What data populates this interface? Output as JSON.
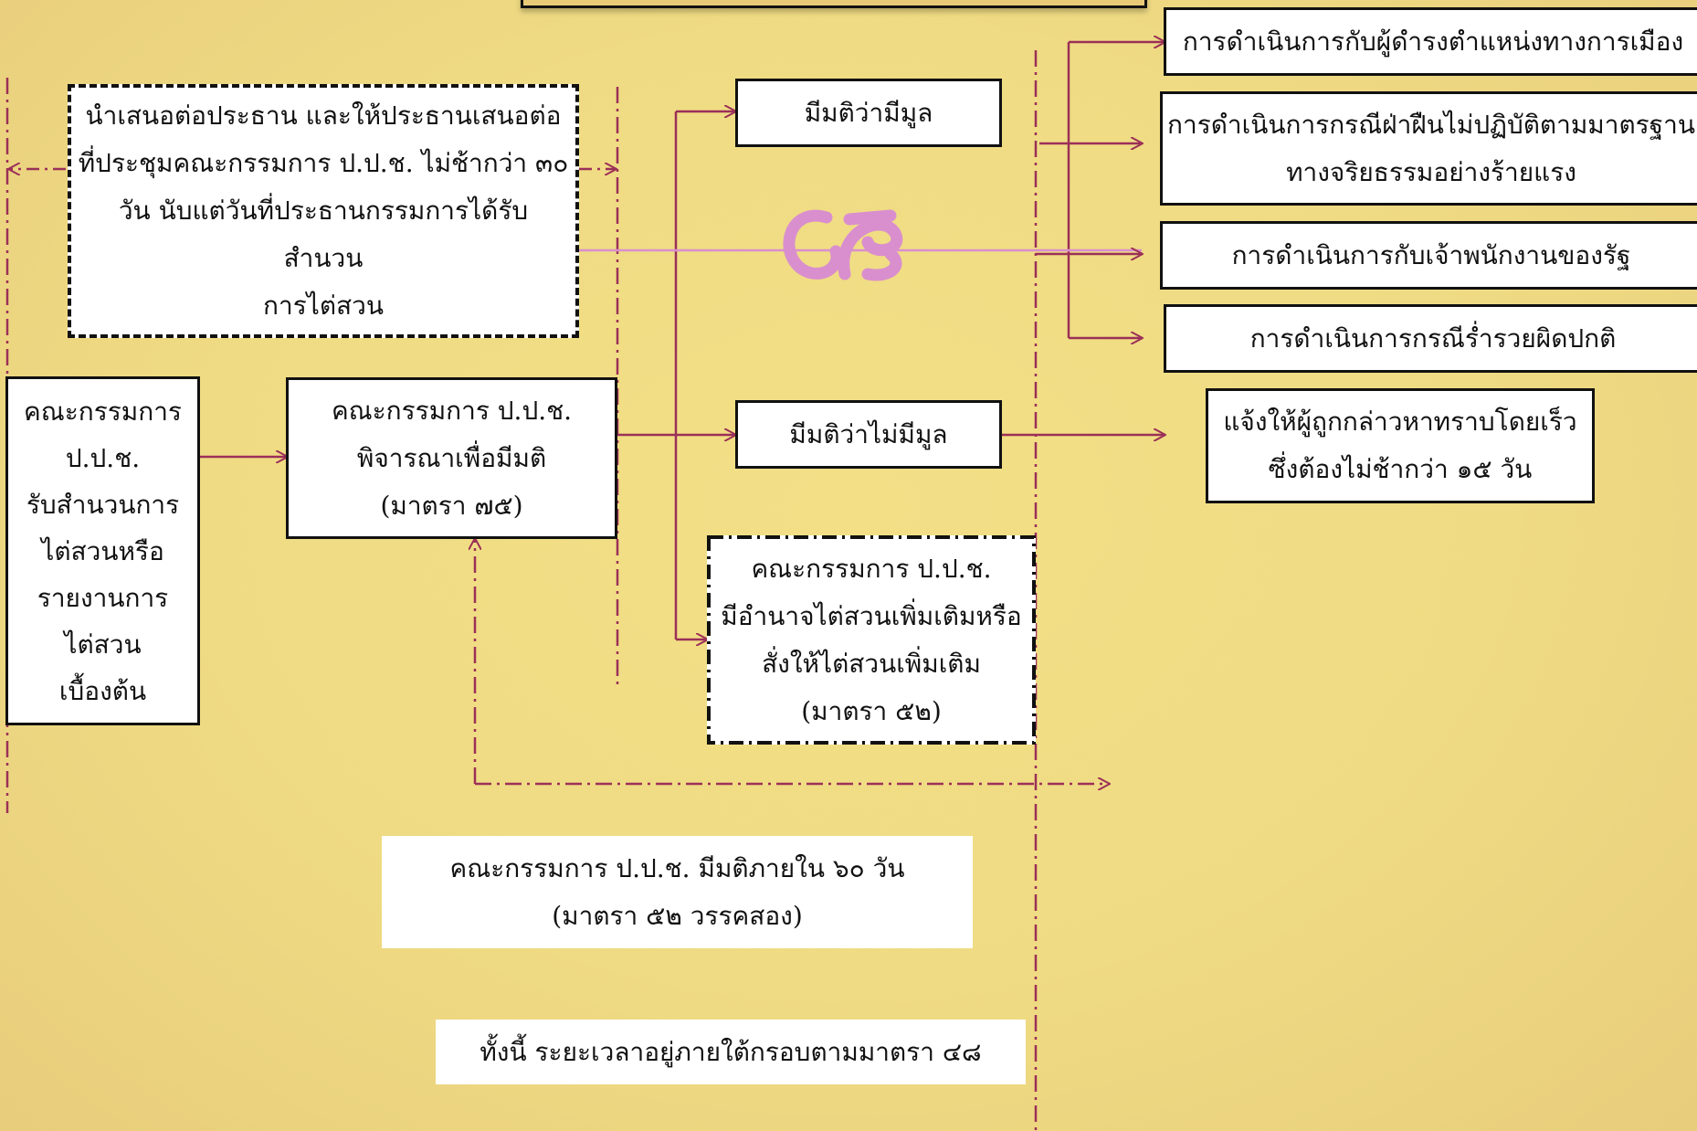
{
  "notice_box": {
    "lines": [
      "นำเสนอต่อประธาน และให้ประธานเสนอต่อ",
      "ที่ประชุมคณะกรรมการ ป.ป.ช. ไม่ช้ากว่า ๓๐",
      "วัน นับแต่วันที่ประธานกรรมการได้รับ",
      "สำนวน",
      "การไต่สวน"
    ]
  },
  "receive_box": {
    "lines": [
      "คณะกรรมการ",
      "ป.ป.ช.",
      "รับสำนวนการ",
      "ไต่สวนหรือ",
      "รายงานการ",
      "ไต่สวน",
      "เบื้องต้น"
    ]
  },
  "consider_box": {
    "lines": [
      "คณะกรรมการ ป.ป.ช.",
      "พิจารณาเพื่อมีมติ",
      "(มาตรา ๗๕)"
    ]
  },
  "resolution_grounds": {
    "label": "มีมติว่ามีมูล"
  },
  "resolution_no_grounds": {
    "label": "มีมติว่าไม่มีมูล"
  },
  "further_inquiry_box": {
    "lines": [
      "คณะกรรมการ ป.ป.ช.",
      "มีอำนาจไต่สวนเพิ่มเติมหรือ",
      "สั่งให้ไต่สวนเพิ่มเติม",
      "(มาตรา ๕๒)"
    ]
  },
  "outcomes": [
    {
      "lines": [
        "การดำเนินการกับผู้ดำรงตำแหน่งทางการเมือง"
      ]
    },
    {
      "lines": [
        "การดำเนินการกรณีฝ่าฝืนไม่ปฏิบัติตามมาตรฐาน",
        "ทางจริยธรรมอย่างร้ายแรง"
      ]
    },
    {
      "lines": [
        "การดำเนินการกับเจ้าพนักงานของรัฐ"
      ]
    },
    {
      "lines": [
        "การดำเนินการกรณีร่ำรวยผิดปกติ"
      ]
    }
  ],
  "notify_box": {
    "lines": [
      "แจ้งให้ผู้ถูกกล่าวหาทราบโดยเร็ว",
      "ซึ่งต้องไม่ช้ากว่า ๑๕ วัน"
    ]
  },
  "deadline_note": {
    "lines": [
      "คณะกรรมการ ป.ป.ช. มีมติภายใน ๖๐ วัน",
      "(มาตรา ๕๒ วรรคสอง)"
    ]
  },
  "timeframe_note": {
    "lines": [
      "ทั้งนี้ ระยะเวลาอยู่ภายใต้กรอบตามมาตรา ๔๘"
    ]
  },
  "colors": {
    "arrow": "#9b3058",
    "ornament": "#d98fce",
    "background": "#efdb83"
  },
  "ornament_icon": "decorative-scroll-icon"
}
